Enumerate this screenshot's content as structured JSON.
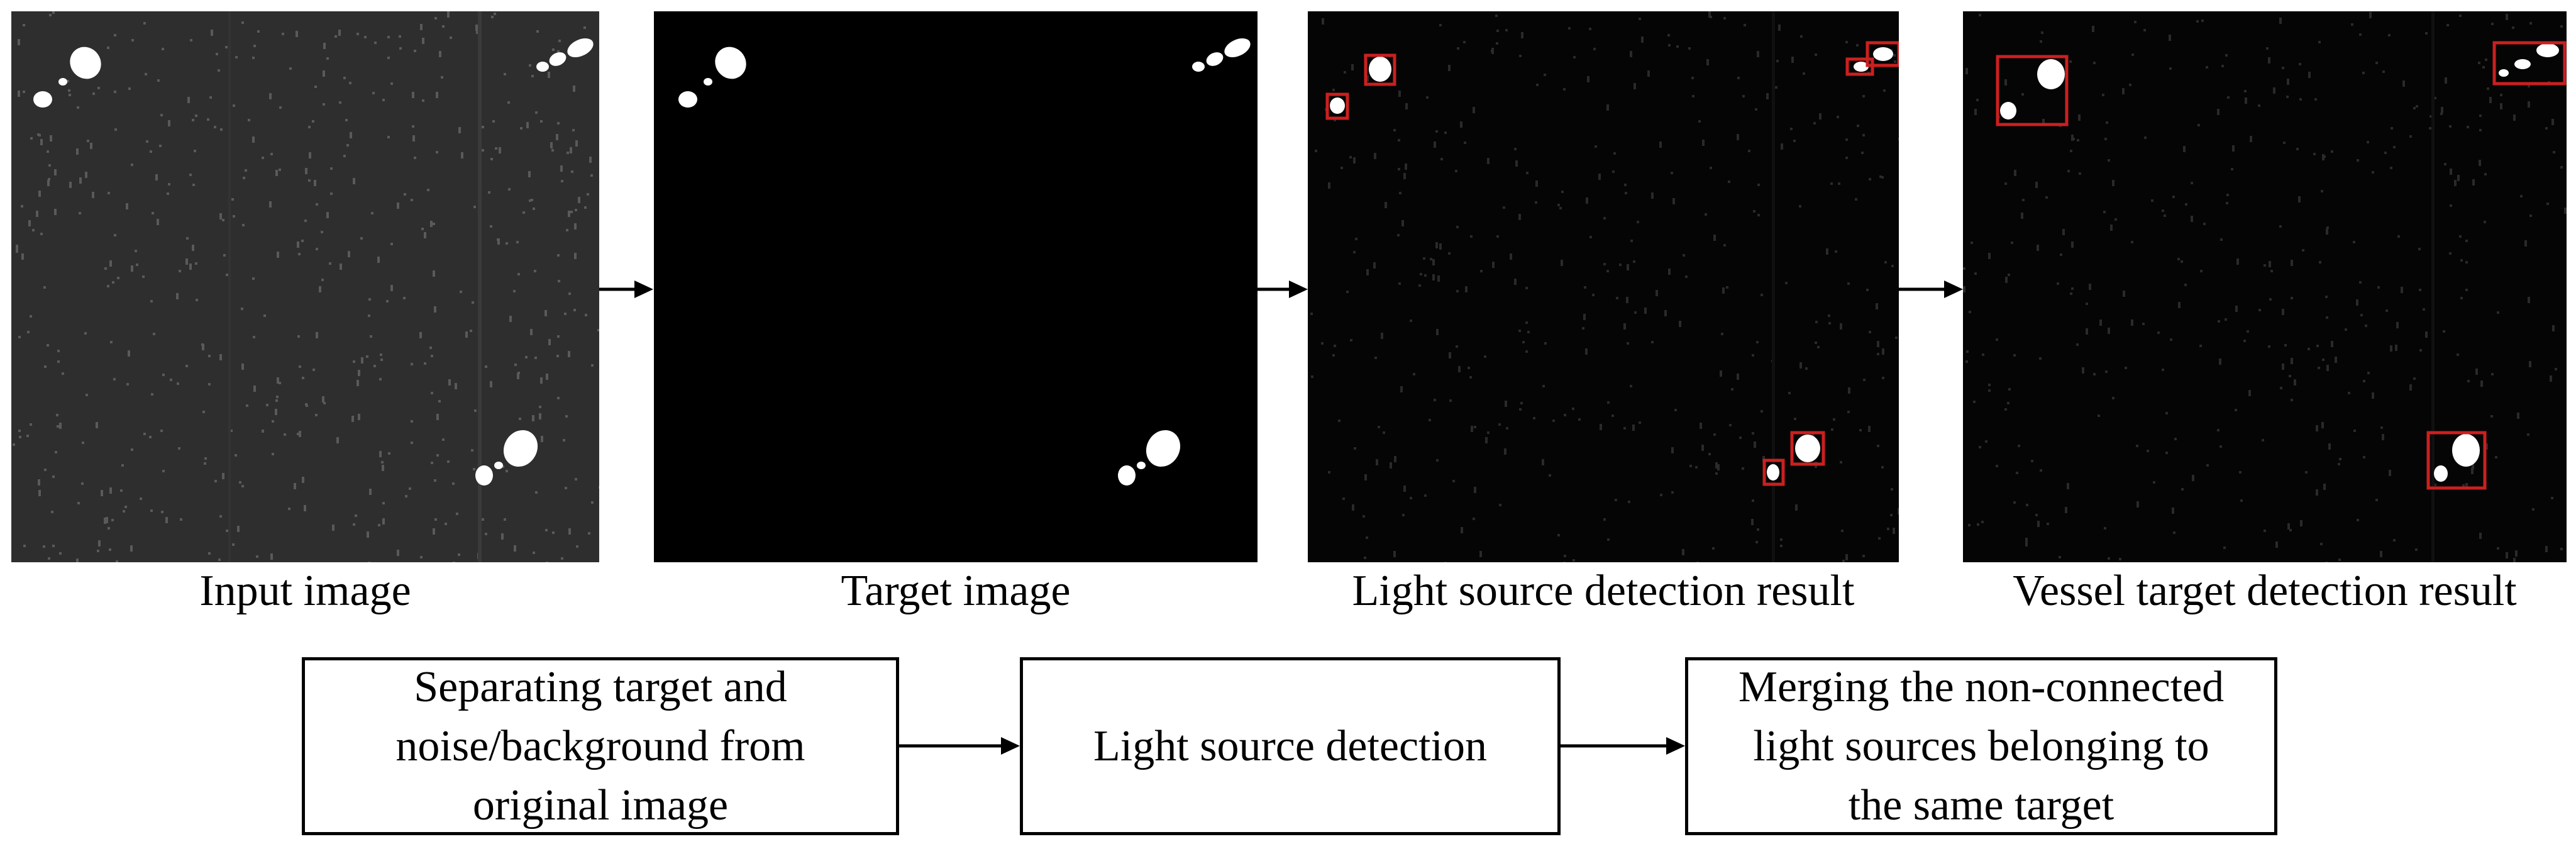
{
  "panels": [
    {
      "id": "input",
      "caption": "Input image",
      "background": "#2e2e2e"
    },
    {
      "id": "target",
      "caption": "Target image",
      "background": "#000000"
    },
    {
      "id": "light",
      "caption": "Light source detection result",
      "background": "#050505"
    },
    {
      "id": "vessel",
      "caption": "Vessel target detection result",
      "background": "#050505"
    }
  ],
  "steps": [
    {
      "lines": [
        "Separating target and",
        "noise/background from",
        "original image"
      ]
    },
    {
      "lines": [
        "Light source detection"
      ]
    },
    {
      "lines": [
        "Merging the non-connected",
        "light sources belonging to",
        "the same target"
      ]
    }
  ],
  "colors": {
    "detection_box": "#cc1f1f",
    "light_blob": "#ffffff",
    "arrow": "#000000"
  }
}
